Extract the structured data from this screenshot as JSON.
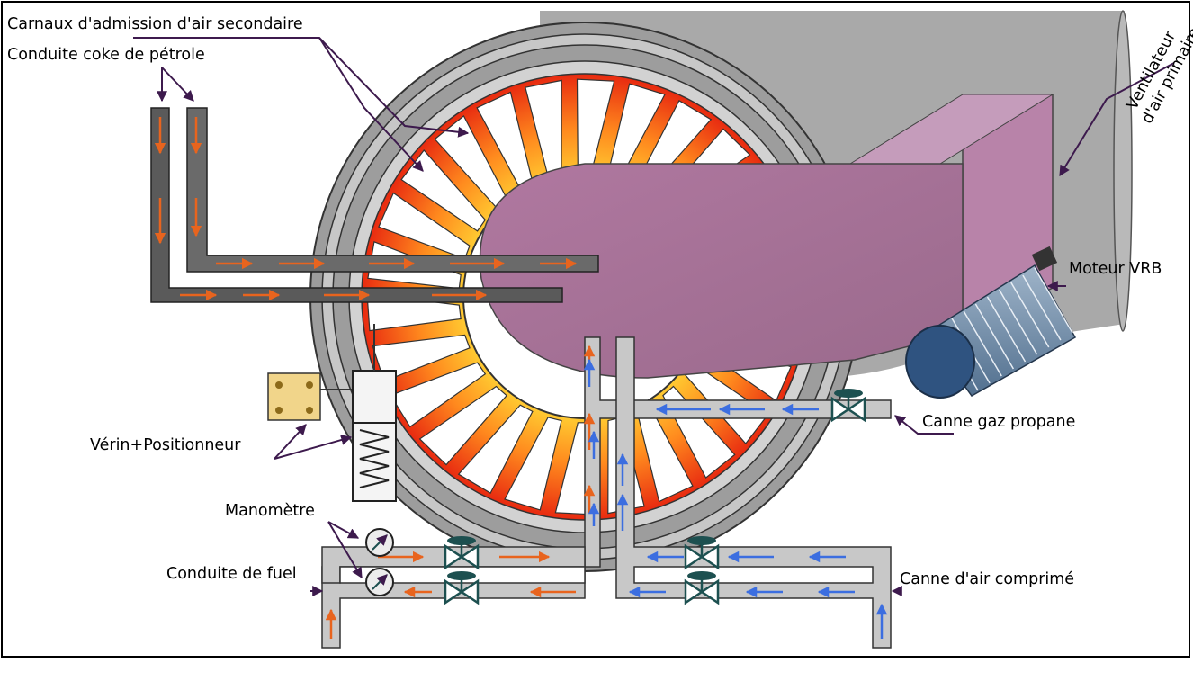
{
  "labels": {
    "carnaux": "Carnaux d'admission d'air secondaire",
    "coke": "Conduite coke de pétrole",
    "ventilateur_1": "Ventilateur",
    "ventilateur_2": "d'air primaire",
    "moteur": "Moteur VRB",
    "gaz": "Canne gaz propane",
    "verin": "Vérin+Positionneur",
    "manometre": "Manomètre",
    "fuel": "Conduite de fuel",
    "air": "Canne d'air comprimé"
  },
  "colors": {
    "leader": "#3d1a4d",
    "fuel_arrow": "#e8641e",
    "air_arrow": "#3c6ee0",
    "valve": "#1d5050",
    "pipe": "#c8c8c8",
    "coke_pipe": "#5a5a5a",
    "duct": "#b57fa2",
    "motor": "#2f5380",
    "actuator_box": "#f1d58a",
    "fan_housing": "#a7a7a7"
  },
  "icons": [
    "gauge-icon",
    "valve-icon",
    "flow-arrow-icon",
    "spring-icon",
    "motor-icon"
  ]
}
